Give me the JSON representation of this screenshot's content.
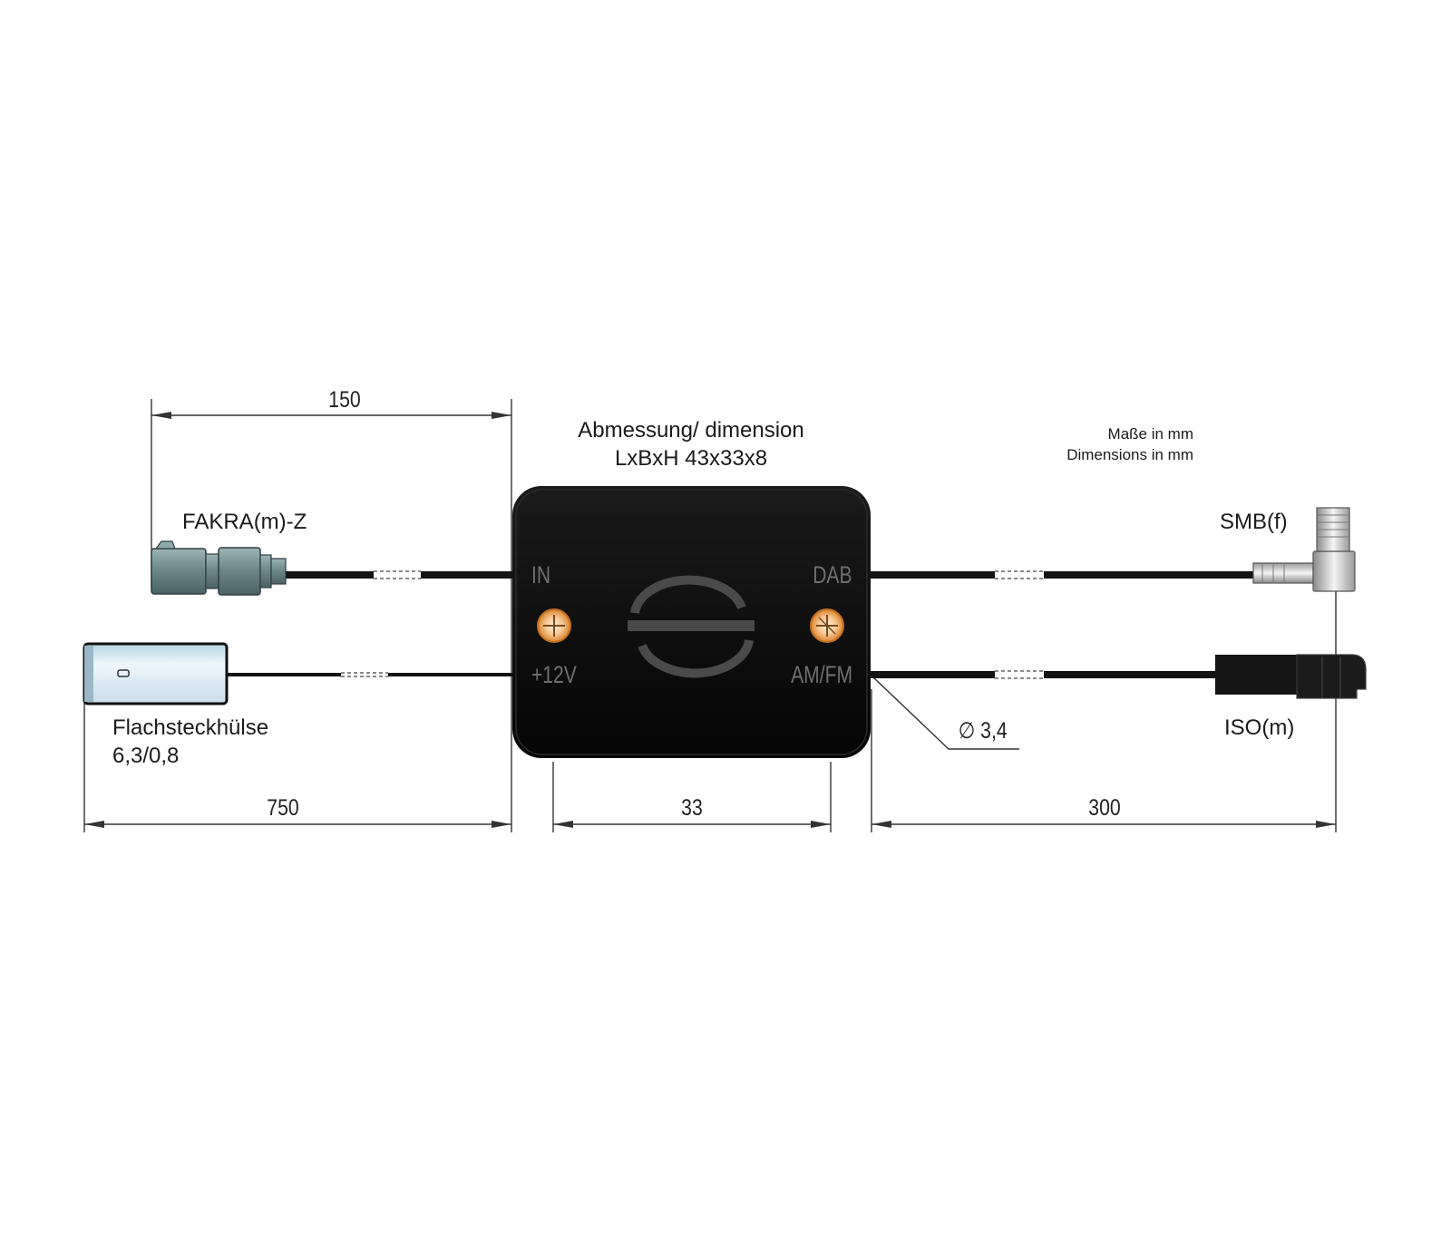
{
  "dimensions": {
    "fakra_cable": "150",
    "power_cable": "750",
    "box_width": "33",
    "output_cable": "300",
    "cable_diameter": "∅ 3,4"
  },
  "box_dimension": {
    "line1": "Abmessung/ dimension",
    "line2": "LxBxH 43x33x8"
  },
  "units_note": {
    "line1": "Maße in mm",
    "line2": "Dimensions in mm"
  },
  "connectors": {
    "fakra": "FAKRA(m)-Z",
    "flat_plug_line1": "Flachsteckhülse",
    "flat_plug_line2": "6,3/0,8",
    "smb": "SMB(f)",
    "iso": "ISO(m)"
  },
  "ports": {
    "in": "IN",
    "power": "+12V",
    "dab": "DAB",
    "amfm": "AM/FM"
  },
  "colors": {
    "box": "#0d0d0d",
    "cable": "#141414",
    "fakra": "#6f8a8c",
    "terminal": "#f0a050",
    "port_text": "#6f6f6f"
  },
  "icons": [
    "logo-icon",
    "terminal-icon"
  ]
}
